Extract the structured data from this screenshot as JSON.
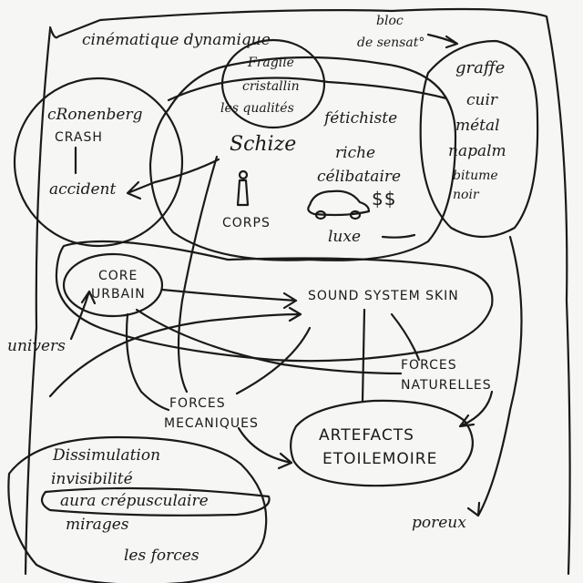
{
  "title": "cinématique dynamique",
  "top_note": [
    "bloc",
    "de sensat°"
  ],
  "cronenberg": [
    "cRonenberg",
    "CRASH",
    "accident"
  ],
  "fragile": [
    "Fragile",
    "cristallin",
    "les qualités"
  ],
  "center": {
    "schize": "Schize",
    "corps": "CORPS",
    "fetichiste": "fétichiste",
    "riche": "riche",
    "celibataire": "célibataire",
    "money": "$$",
    "luxe": "luxe"
  },
  "materials": [
    "graffe",
    "cuir",
    "métal",
    "napalm",
    "bitume",
    "noir"
  ],
  "core_urbain": [
    "CORE",
    "URBAIN"
  ],
  "univers": "univers",
  "sound": "SOUND SYSTEM SKIN",
  "forces_naturelles": [
    "FORCES",
    "NATURELLES"
  ],
  "forces_mecaniques": [
    "FORCES",
    "MECANIQUES"
  ],
  "artefacts": [
    "ARTEFACTS",
    "ETOILEMOIRE"
  ],
  "dissimulation": [
    "Dissimulation",
    "invisibilité",
    "aura crépusculaire",
    "mirages",
    "les forces"
  ],
  "poreux": "poreux"
}
